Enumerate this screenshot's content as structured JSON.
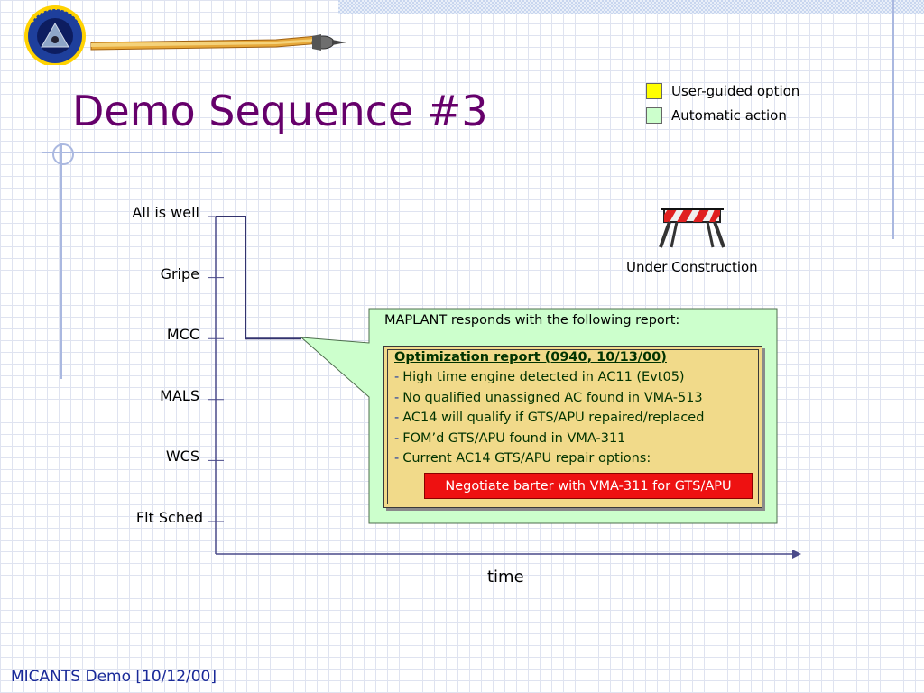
{
  "slide": {
    "title": "Demo Sequence #3",
    "footer": "MICANTS Demo [10/12/00]"
  },
  "legend": {
    "items": [
      {
        "label": "User-guided option",
        "color": "#ffff00"
      },
      {
        "label": "Automatic action",
        "color": "#ccffcc"
      }
    ]
  },
  "status_chart": {
    "levels": [
      "All is well",
      "Gripe",
      "MCC",
      "MALS",
      "WCS",
      "Flt Sched"
    ],
    "x_label": "time",
    "trace": [
      {
        "t": 0,
        "level": "All is well"
      },
      {
        "t": 1,
        "level": "All is well"
      },
      {
        "t": 1,
        "level": "MCC"
      },
      {
        "t": 2,
        "level": "MCC"
      }
    ]
  },
  "construction": {
    "icon": "barricade-icon",
    "label": "Under Construction"
  },
  "callout": {
    "intro": "MAPLANT responds with the following report:",
    "background_color": "#ccffcc",
    "report": {
      "title": "Optimization report (0940, 10/13/00)",
      "background_color": "#f1da8a",
      "lines": [
        "High time engine detected in AC11 (Evt05)",
        "No qualified unassigned AC found in VMA-513",
        "AC14 will qualify if GTS/APU repaired/replaced",
        "FOM’d GTS/APU found in VMA-311",
        "Current AC14 GTS/APU repair options:"
      ],
      "line_marker": "-",
      "option": {
        "label": "Negotiate barter with VMA-311 for GTS/APU",
        "color": "#ee1111"
      }
    }
  },
  "logo": {
    "icon": "lab-logo-icon",
    "ring_text": "Collaborative Agent Design Research Center"
  }
}
